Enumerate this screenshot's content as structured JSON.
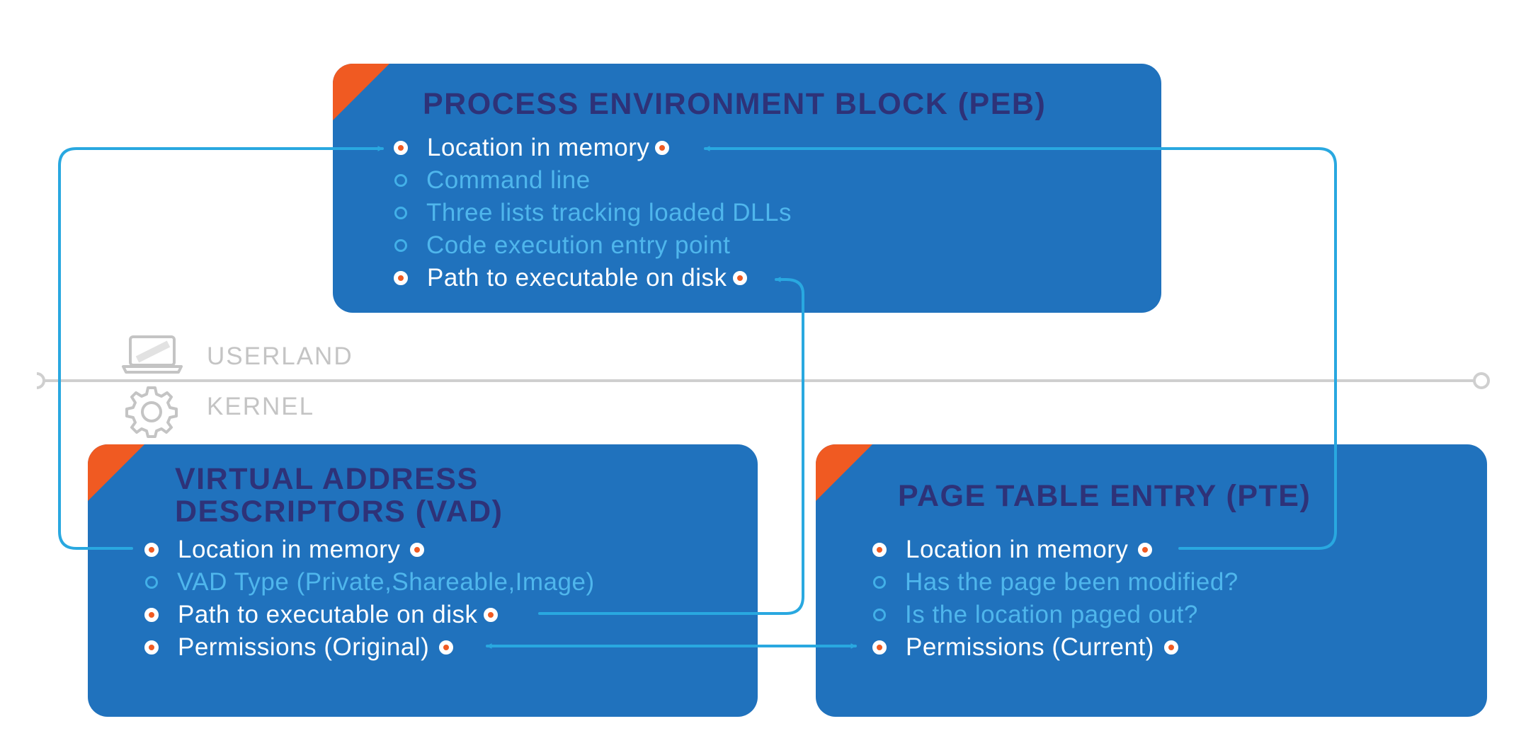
{
  "layers": {
    "userland": "USERLAND",
    "kernel": "KERNEL",
    "userland_icon": "laptop-icon",
    "kernel_icon": "gear-icon"
  },
  "colors": {
    "box": "#2072bd",
    "accent": "#f05a22",
    "title": "#2e3278",
    "highlight_text": "#ffffff",
    "dim_text": "#4fb6ec",
    "connector": "#29a8e0",
    "divider": "#cfcfcf"
  },
  "peb": {
    "title": "PROCESS ENVIRONMENT BLOCK (PEB)",
    "items": [
      {
        "label": "Location in memory",
        "highlight": true
      },
      {
        "label": "Command line",
        "highlight": false
      },
      {
        "label": "Three lists tracking loaded DLLs",
        "highlight": false
      },
      {
        "label": "Code execution entry point",
        "highlight": false
      },
      {
        "label": "Path to executable on disk",
        "highlight": true
      }
    ]
  },
  "vad": {
    "title_line1": "VIRTUAL ADDRESS",
    "title_line2": "DESCRIPTORS (VAD)",
    "items": [
      {
        "label": "Location in memory",
        "highlight": true
      },
      {
        "label": "VAD Type (Private,Shareable,Image)",
        "highlight": false
      },
      {
        "label": "Path to executable on disk",
        "highlight": true
      },
      {
        "label": "Permissions (Original)",
        "highlight": true
      }
    ]
  },
  "pte": {
    "title": "PAGE TABLE ENTRY (PTE)",
    "items": [
      {
        "label": "Location in memory",
        "highlight": true
      },
      {
        "label": "Has the page been modified?",
        "highlight": false
      },
      {
        "label": "Is the location paged out?",
        "highlight": false
      },
      {
        "label": "Permissions (Current)",
        "highlight": true
      }
    ]
  }
}
